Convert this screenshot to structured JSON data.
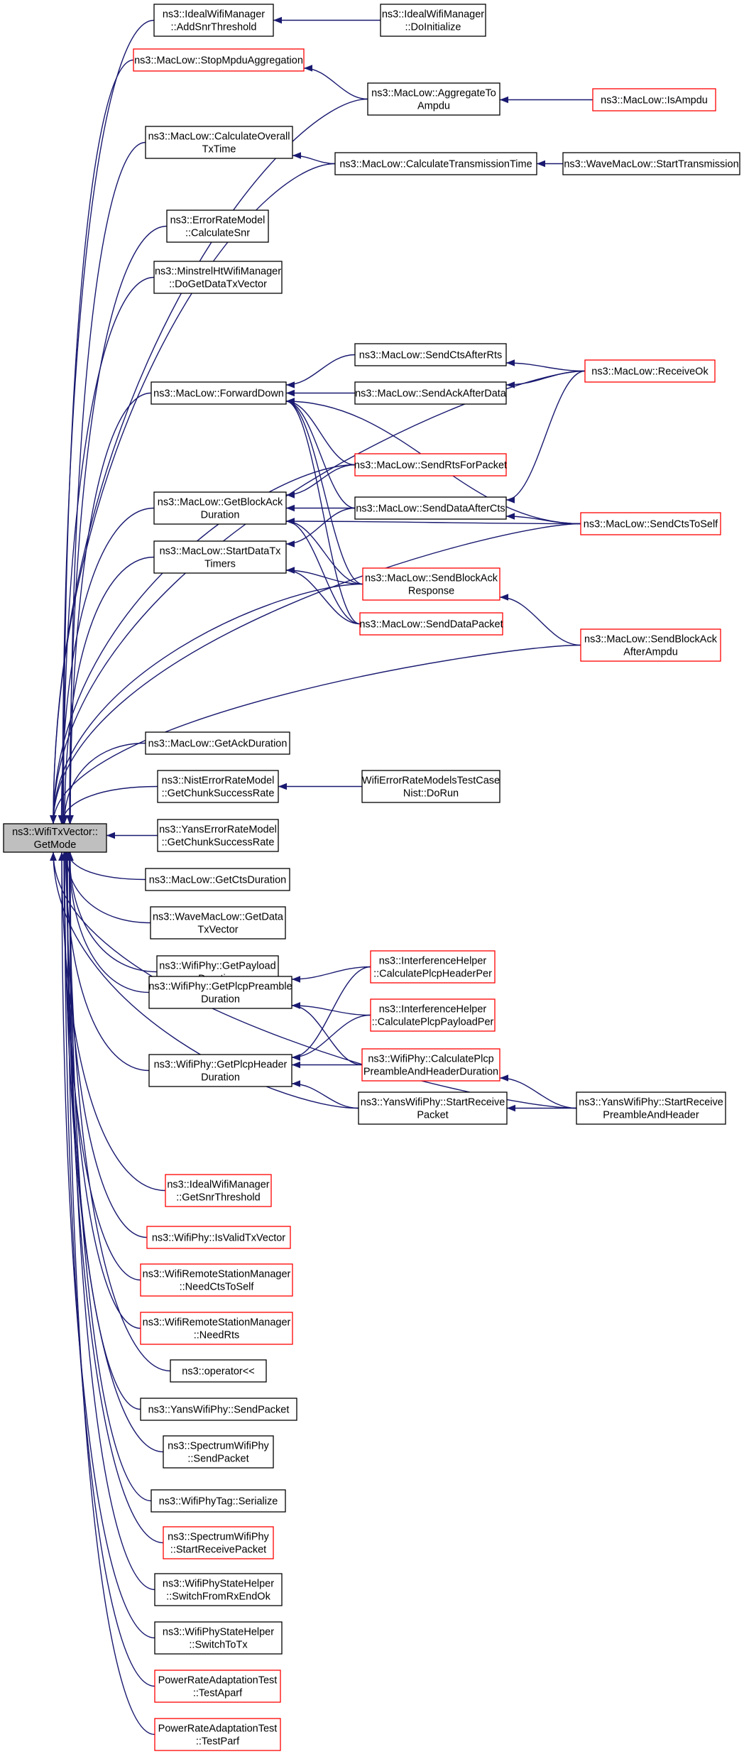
{
  "graph": {
    "colors": {
      "edge": "#191970",
      "border_default": "#000000",
      "border_truncated": "#ff0000",
      "root_fill": "#bfbfbf",
      "node_fill": "#ffffff"
    },
    "nodes": [
      {
        "id": "root",
        "lines": [
          "ns3::WifiTxVector::",
          "GetMode"
        ],
        "truncated": false,
        "root": true
      },
      {
        "id": "ideal_addsnr",
        "lines": [
          "ns3::IdealWifiManager",
          "::AddSnrThreshold"
        ],
        "truncated": false
      },
      {
        "id": "ideal_doinit",
        "lines": [
          "ns3::IdealWifiManager",
          "::DoInitialize"
        ],
        "truncated": false
      },
      {
        "id": "stop_mpdu",
        "lines": [
          "ns3::MacLow::StopMpduAggregation"
        ],
        "truncated": true
      },
      {
        "id": "aggregate",
        "lines": [
          "ns3::MacLow::AggregateTo",
          "Ampdu"
        ],
        "truncated": false
      },
      {
        "id": "isampdu",
        "lines": [
          "ns3::MacLow::IsAmpdu"
        ],
        "truncated": true
      },
      {
        "id": "calc_overall",
        "lines": [
          "ns3::MacLow::CalculateOverall",
          "TxTime"
        ],
        "truncated": false
      },
      {
        "id": "calc_trans",
        "lines": [
          "ns3::MacLow::CalculateTransmissionTime"
        ],
        "truncated": false
      },
      {
        "id": "wave_start",
        "lines": [
          "ns3::WaveMacLow::StartTransmission"
        ],
        "truncated": false
      },
      {
        "id": "error_snr",
        "lines": [
          "ns3::ErrorRateModel",
          "::CalculateSnr"
        ],
        "truncated": false
      },
      {
        "id": "minstrel",
        "lines": [
          "ns3::MinstrelHtWifiManager",
          "::DoGetDataTxVector"
        ],
        "truncated": false
      },
      {
        "id": "forward_down",
        "lines": [
          "ns3::MacLow::ForwardDown"
        ],
        "truncated": false
      },
      {
        "id": "cts_after_rts",
        "lines": [
          "ns3::MacLow::SendCtsAfterRts"
        ],
        "truncated": false
      },
      {
        "id": "ack_after_data",
        "lines": [
          "ns3::MacLow::SendAckAfterData"
        ],
        "truncated": false
      },
      {
        "id": "receive_ok",
        "lines": [
          "ns3::MacLow::ReceiveOk"
        ],
        "truncated": true
      },
      {
        "id": "rts_for_packet",
        "lines": [
          "ns3::MacLow::SendRtsForPacket"
        ],
        "truncated": true
      },
      {
        "id": "blockack_dur",
        "lines": [
          "ns3::MacLow::GetBlockAck",
          "Duration"
        ],
        "truncated": false
      },
      {
        "id": "data_after_cts",
        "lines": [
          "ns3::MacLow::SendDataAfterCts"
        ],
        "truncated": false
      },
      {
        "id": "cts_to_self",
        "lines": [
          "ns3::MacLow::SendCtsToSelf"
        ],
        "truncated": true
      },
      {
        "id": "start_datatx",
        "lines": [
          "ns3::MacLow::StartDataTx",
          "Timers"
        ],
        "truncated": false
      },
      {
        "id": "blockack_resp",
        "lines": [
          "ns3::MacLow::SendBlockAck",
          "Response"
        ],
        "truncated": true
      },
      {
        "id": "data_packet",
        "lines": [
          "ns3::MacLow::SendDataPacket"
        ],
        "truncated": true
      },
      {
        "id": "blockack_ampdu",
        "lines": [
          "ns3::MacLow::SendBlockAck",
          "AfterAmpdu"
        ],
        "truncated": true
      },
      {
        "id": "ack_duration",
        "lines": [
          "ns3::MacLow::GetAckDuration"
        ],
        "truncated": false
      },
      {
        "id": "nist_chunk",
        "lines": [
          "ns3::NistErrorRateModel",
          "::GetChunkSuccessRate"
        ],
        "truncated": false
      },
      {
        "id": "nist_test",
        "lines": [
          "WifiErrorRateModelsTestCase",
          "Nist::DoRun"
        ],
        "truncated": false
      },
      {
        "id": "yans_chunk",
        "lines": [
          "ns3::YansErrorRateModel",
          "::GetChunkSuccessRate"
        ],
        "truncated": false
      },
      {
        "id": "cts_duration",
        "lines": [
          "ns3::MacLow::GetCtsDuration"
        ],
        "truncated": false
      },
      {
        "id": "wave_getdata",
        "lines": [
          "ns3::WaveMacLow::GetData",
          "TxVector"
        ],
        "truncated": false
      },
      {
        "id": "payload_dur",
        "lines": [
          "ns3::WifiPhy::GetPayload",
          "Duration"
        ],
        "truncated": false
      },
      {
        "id": "plcp_preamble",
        "lines": [
          "ns3::WifiPhy::GetPlcpPreamble",
          "Duration"
        ],
        "truncated": false
      },
      {
        "id": "interf_header",
        "lines": [
          "ns3::InterferenceHelper",
          "::CalculatePlcpHeaderPer"
        ],
        "truncated": true
      },
      {
        "id": "interf_payload",
        "lines": [
          "ns3::InterferenceHelper",
          "::CalculatePlcpPayloadPer"
        ],
        "truncated": true
      },
      {
        "id": "plcp_header",
        "lines": [
          "ns3::WifiPhy::GetPlcpHeader",
          "Duration"
        ],
        "truncated": false
      },
      {
        "id": "calc_plcp_pre",
        "lines": [
          "ns3::WifiPhy::CalculatePlcp",
          "PreambleAndHeaderDuration"
        ],
        "truncated": true
      },
      {
        "id": "yans_start_recv",
        "lines": [
          "ns3::YansWifiPhy::StartReceive",
          "Packet"
        ],
        "truncated": false
      },
      {
        "id": "yans_start_pre",
        "lines": [
          "ns3::YansWifiPhy::StartReceive",
          "PreambleAndHeader"
        ],
        "truncated": false
      },
      {
        "id": "ideal_getsnr",
        "lines": [
          "ns3::IdealWifiManager",
          "::GetSnrThreshold"
        ],
        "truncated": true
      },
      {
        "id": "is_valid",
        "lines": [
          "ns3::WifiPhy::IsValidTxVector"
        ],
        "truncated": true
      },
      {
        "id": "need_cts",
        "lines": [
          "ns3::WifiRemoteStationManager",
          "::NeedCtsToSelf"
        ],
        "truncated": true
      },
      {
        "id": "need_rts",
        "lines": [
          "ns3::WifiRemoteStationManager",
          "::NeedRts"
        ],
        "truncated": true
      },
      {
        "id": "operator",
        "lines": [
          "ns3::operator<<"
        ],
        "truncated": false
      },
      {
        "id": "yans_send",
        "lines": [
          "ns3::YansWifiPhy::SendPacket"
        ],
        "truncated": false
      },
      {
        "id": "spectrum_send",
        "lines": [
          "ns3::SpectrumWifiPhy",
          "::SendPacket"
        ],
        "truncated": false
      },
      {
        "id": "phytag",
        "lines": [
          "ns3::WifiPhyTag::Serialize"
        ],
        "truncated": false
      },
      {
        "id": "spectrum_recv",
        "lines": [
          "ns3::SpectrumWifiPhy",
          "::StartReceivePacket"
        ],
        "truncated": true
      },
      {
        "id": "switch_rx",
        "lines": [
          "ns3::WifiPhyStateHelper",
          "::SwitchFromRxEndOk"
        ],
        "truncated": false
      },
      {
        "id": "switch_tx",
        "lines": [
          "ns3::WifiPhyStateHelper",
          "::SwitchToTx"
        ],
        "truncated": false
      },
      {
        "id": "test_aparf",
        "lines": [
          "PowerRateAdaptationTest",
          "::TestAparf"
        ],
        "truncated": true
      },
      {
        "id": "test_parf",
        "lines": [
          "PowerRateAdaptationTest",
          "::TestParf"
        ],
        "truncated": true
      }
    ],
    "edges": [
      {
        "from": "ideal_addsnr",
        "to": "root"
      },
      {
        "from": "ideal_doinit",
        "to": "ideal_addsnr"
      },
      {
        "from": "stop_mpdu",
        "to": "root"
      },
      {
        "from": "aggregate",
        "to": "stop_mpdu"
      },
      {
        "from": "aggregate",
        "to": "root"
      },
      {
        "from": "isampdu",
        "to": "aggregate"
      },
      {
        "from": "calc_overall",
        "to": "root"
      },
      {
        "from": "calc_trans",
        "to": "calc_overall"
      },
      {
        "from": "calc_trans",
        "to": "root"
      },
      {
        "from": "wave_start",
        "to": "calc_trans"
      },
      {
        "from": "error_snr",
        "to": "root"
      },
      {
        "from": "minstrel",
        "to": "root"
      },
      {
        "from": "receive_ok",
        "to": "root"
      },
      {
        "from": "forward_down",
        "to": "root"
      },
      {
        "from": "cts_after_rts",
        "to": "forward_down"
      },
      {
        "from": "receive_ok",
        "to": "cts_after_rts"
      },
      {
        "from": "ack_after_data",
        "to": "forward_down"
      },
      {
        "from": "receive_ok",
        "to": "ack_after_data"
      },
      {
        "from": "rts_for_packet",
        "to": "forward_down"
      },
      {
        "from": "data_after_cts",
        "to": "forward_down"
      },
      {
        "from": "cts_to_self",
        "to": "forward_down"
      },
      {
        "from": "blockack_resp",
        "to": "forward_down"
      },
      {
        "from": "data_packet",
        "to": "forward_down"
      },
      {
        "from": "rts_for_packet",
        "to": "root"
      },
      {
        "from": "blockack_dur",
        "to": "root"
      },
      {
        "from": "rts_for_packet",
        "to": "blockack_dur"
      },
      {
        "from": "data_after_cts",
        "to": "blockack_dur"
      },
      {
        "from": "cts_to_self",
        "to": "blockack_dur"
      },
      {
        "from": "blockack_resp",
        "to": "blockack_dur"
      },
      {
        "from": "data_packet",
        "to": "blockack_dur"
      },
      {
        "from": "receive_ok",
        "to": "data_after_cts"
      },
      {
        "from": "cts_to_self",
        "to": "data_after_cts"
      },
      {
        "from": "start_datatx",
        "to": "root"
      },
      {
        "from": "data_after_cts",
        "to": "start_datatx"
      },
      {
        "from": "blockack_resp",
        "to": "start_datatx"
      },
      {
        "from": "data_packet",
        "to": "start_datatx"
      },
      {
        "from": "blockack_resp",
        "to": "root"
      },
      {
        "from": "blockack_ampdu",
        "to": "blockack_resp"
      },
      {
        "from": "cts_to_self",
        "to": "root"
      },
      {
        "from": "blockack_ampdu",
        "to": "root"
      },
      {
        "from": "ack_duration",
        "to": "root"
      },
      {
        "from": "nist_chunk",
        "to": "root"
      },
      {
        "from": "nist_test",
        "to": "nist_chunk"
      },
      {
        "from": "yans_chunk",
        "to": "root"
      },
      {
        "from": "cts_duration",
        "to": "root"
      },
      {
        "from": "wave_getdata",
        "to": "root"
      },
      {
        "from": "payload_dur",
        "to": "root"
      },
      {
        "from": "plcp_preamble",
        "to": "root"
      },
      {
        "from": "interf_header",
        "to": "plcp_preamble"
      },
      {
        "from": "interf_payload",
        "to": "plcp_preamble"
      },
      {
        "from": "calc_plcp_pre",
        "to": "plcp_preamble"
      },
      {
        "from": "plcp_header",
        "to": "root"
      },
      {
        "from": "interf_header",
        "to": "plcp_header"
      },
      {
        "from": "interf_payload",
        "to": "plcp_header"
      },
      {
        "from": "calc_plcp_pre",
        "to": "plcp_header"
      },
      {
        "from": "yans_start_recv",
        "to": "plcp_header"
      },
      {
        "from": "yans_start_recv",
        "to": "root"
      },
      {
        "from": "yans_start_pre",
        "to": "yans_start_recv"
      },
      {
        "from": "yans_start_pre",
        "to": "calc_plcp_pre"
      },
      {
        "from": "yans_start_pre",
        "to": "root"
      },
      {
        "from": "ideal_getsnr",
        "to": "root"
      },
      {
        "from": "is_valid",
        "to": "root"
      },
      {
        "from": "need_cts",
        "to": "root"
      },
      {
        "from": "need_rts",
        "to": "root"
      },
      {
        "from": "operator",
        "to": "root"
      },
      {
        "from": "yans_send",
        "to": "root"
      },
      {
        "from": "spectrum_send",
        "to": "root"
      },
      {
        "from": "phytag",
        "to": "root"
      },
      {
        "from": "spectrum_recv",
        "to": "root"
      },
      {
        "from": "switch_rx",
        "to": "root"
      },
      {
        "from": "switch_tx",
        "to": "root"
      },
      {
        "from": "test_aparf",
        "to": "root"
      },
      {
        "from": "test_parf",
        "to": "root"
      }
    ]
  }
}
